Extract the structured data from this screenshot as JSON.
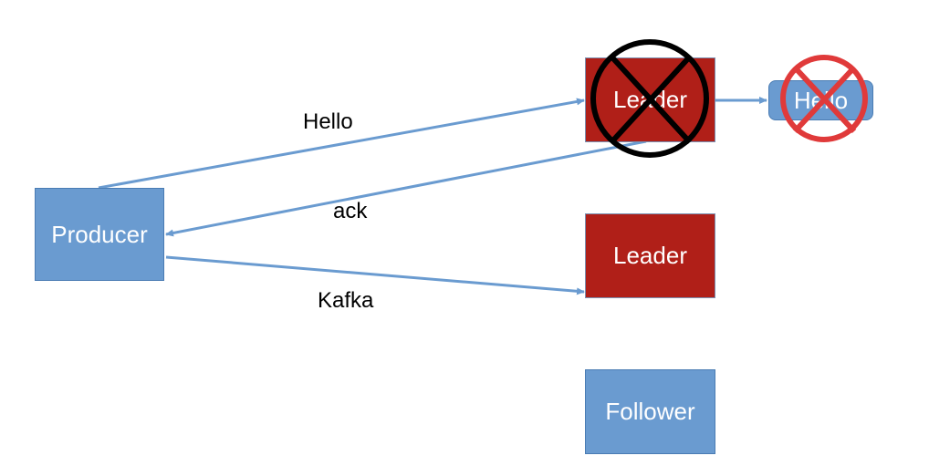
{
  "nodes": {
    "producer": "Producer",
    "leader_failed": "Leader",
    "message_lost": "Hello",
    "leader": "Leader",
    "follower": "Follower"
  },
  "edges": {
    "hello": "Hello",
    "ack": "ack",
    "kafka": "Kafka"
  },
  "marks": {
    "leader_failed": "black-circle-x",
    "message_lost": "red-circle-x"
  },
  "colors": {
    "node_blue": "#6a9bd0",
    "node_red": "#b01f18",
    "arrow": "#6a9bd0",
    "cross_black": "#000000",
    "cross_red": "#e03a3a"
  }
}
